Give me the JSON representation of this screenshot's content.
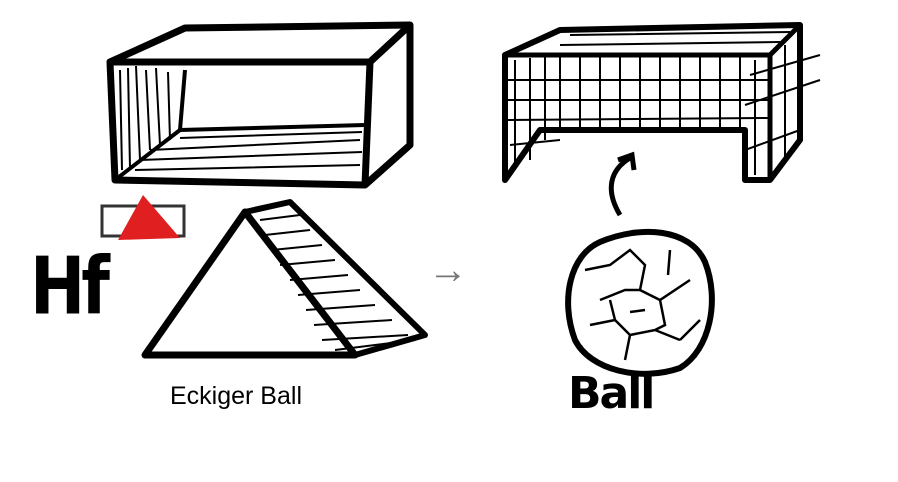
{
  "labels": {
    "eckiger_ball": "Eckiger Ball",
    "ball": "Ball",
    "hf": "Hf",
    "arrow": "→"
  },
  "colors": {
    "ink": "#000000",
    "marker": "#e02020",
    "arrow": "#777777"
  }
}
